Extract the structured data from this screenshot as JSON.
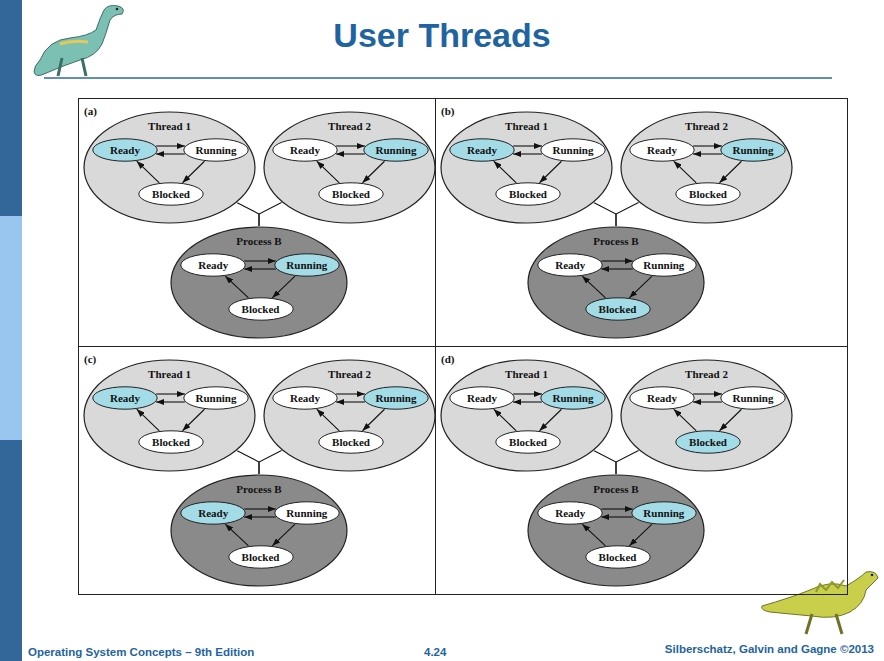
{
  "diagram": {
    "title": "User Threads",
    "nodes": [
      {
        "text": [
          "(a)"
        ]
      },
      {
        "text": [
          "Thread 1"
        ],
        "in": 0
      },
      {
        "text": [
          "Ready"
        ],
        "in": 1
      },
      {
        "text": [
          "Running"
        ],
        "in": 1
      },
      {
        "text": [
          "Blocked"
        ],
        "in": 1
      },
      {
        "text": [
          "Thread 2"
        ],
        "in": 0
      },
      {
        "text": [
          "Ready"
        ],
        "in": 5
      },
      {
        "text": [
          "Running"
        ],
        "in": 5
      },
      {
        "text": [
          "Blocked"
        ],
        "in": 5
      },
      {
        "text": [
          "Process B"
        ],
        "in": 0
      },
      {
        "text": [
          "Ready"
        ],
        "in": 9
      },
      {
        "text": [
          "Running"
        ],
        "in": 9
      },
      {
        "text": [
          "Blocked"
        ],
        "in": 9
      },
      {
        "text": [
          "(b)"
        ]
      },
      {
        "text": [
          "Thread 1"
        ],
        "in": 13
      },
      {
        "text": [
          "Ready"
        ],
        "in": 14
      },
      {
        "text": [
          "Running"
        ],
        "in": 14
      },
      {
        "text": [
          "Blocked"
        ],
        "in": 14
      },
      {
        "text": [
          "Thread 2"
        ],
        "in": 13
      },
      {
        "text": [
          "Ready"
        ],
        "in": 18
      },
      {
        "text": [
          "Running"
        ],
        "in": 18
      },
      {
        "text": [
          "Blocked"
        ],
        "in": 18
      },
      {
        "text": [
          "Process B"
        ],
        "in": 13
      },
      {
        "text": [
          "Ready"
        ],
        "in": 22
      },
      {
        "text": [
          "Running"
        ],
        "in": 22
      },
      {
        "text": [
          "Blocked"
        ],
        "in": 22
      },
      {
        "text": [
          "(c)"
        ]
      },
      {
        "text": [
          "Thread 1"
        ],
        "in": 26
      },
      {
        "text": [
          "Ready"
        ],
        "in": 27
      },
      {
        "text": [
          "Running"
        ],
        "in": 27
      },
      {
        "text": [
          "Blocked"
        ],
        "in": 27
      },
      {
        "text": [
          "Thread 2"
        ],
        "in": 26
      },
      {
        "text": [
          "Ready"
        ],
        "in": 31
      },
      {
        "text": [
          "Running"
        ],
        "in": 31
      },
      {
        "text": [
          "Blocked"
        ],
        "in": 31
      },
      {
        "text": [
          "Process B"
        ],
        "in": 26
      },
      {
        "text": [
          "Ready"
        ],
        "in": 35
      },
      {
        "text": [
          "Running"
        ],
        "in": 35
      },
      {
        "text": [
          "Blocked"
        ],
        "in": 35
      },
      {
        "text": [
          "(d)"
        ]
      },
      {
        "text": [
          "Thread 1"
        ],
        "in": 39
      },
      {
        "text": [
          "Ready"
        ],
        "in": 40
      },
      {
        "text": [
          "Running"
        ],
        "in": 40
      },
      {
        "text": [
          "Blocked"
        ],
        "in": 40
      },
      {
        "text": [
          "Thread 2"
        ],
        "in": 39
      },
      {
        "text": [
          "Ready"
        ],
        "in": 44
      },
      {
        "text": [
          "Running"
        ],
        "in": 44
      },
      {
        "text": [
          "Blocked"
        ],
        "in": 44
      },
      {
        "text": [
          "Process B"
        ],
        "in": 39
      },
      {
        "text": [
          "Ready"
        ],
        "in": 48
      },
      {
        "text": [
          "Running"
        ],
        "in": 48
      },
      {
        "text": [
          "Blocked"
        ],
        "in": 48
      }
    ],
    "edges": [
      {
        "from": 2,
        "to": 3,
        "arrow": "to"
      },
      {
        "from": 3,
        "to": 2,
        "arrow": "to"
      },
      {
        "from": 3,
        "to": 4,
        "arrow": "to"
      },
      {
        "from": 4,
        "to": 2,
        "arrow": "to"
      },
      {
        "from": 6,
        "to": 7,
        "arrow": "to"
      },
      {
        "from": 7,
        "to": 6,
        "arrow": "to"
      },
      {
        "from": 7,
        "to": 8,
        "arrow": "to"
      },
      {
        "from": 8,
        "to": 6,
        "arrow": "to"
      },
      {
        "from": 10,
        "to": 11,
        "arrow": "to"
      },
      {
        "from": 11,
        "to": 10,
        "arrow": "to"
      },
      {
        "from": 11,
        "to": 12,
        "arrow": "to"
      },
      {
        "from": 12,
        "to": 10,
        "arrow": "to"
      },
      {
        "from": 1,
        "to": 9,
        "arrow": "none"
      },
      {
        "from": 5,
        "to": 9,
        "arrow": "none"
      },
      {
        "from": 15,
        "to": 16,
        "arrow": "to"
      },
      {
        "from": 16,
        "to": 15,
        "arrow": "to"
      },
      {
        "from": 16,
        "to": 17,
        "arrow": "to"
      },
      {
        "from": 17,
        "to": 15,
        "arrow": "to"
      },
      {
        "from": 19,
        "to": 20,
        "arrow": "to"
      },
      {
        "from": 20,
        "to": 19,
        "arrow": "to"
      },
      {
        "from": 20,
        "to": 21,
        "arrow": "to"
      },
      {
        "from": 21,
        "to": 19,
        "arrow": "to"
      },
      {
        "from": 23,
        "to": 24,
        "arrow": "to"
      },
      {
        "from": 24,
        "to": 23,
        "arrow": "to"
      },
      {
        "from": 24,
        "to": 25,
        "arrow": "to"
      },
      {
        "from": 25,
        "to": 23,
        "arrow": "to"
      },
      {
        "from": 14,
        "to": 22,
        "arrow": "none"
      },
      {
        "from": 18,
        "to": 22,
        "arrow": "none"
      },
      {
        "from": 28,
        "to": 29,
        "arrow": "to"
      },
      {
        "from": 29,
        "to": 28,
        "arrow": "to"
      },
      {
        "from": 29,
        "to": 30,
        "arrow": "to"
      },
      {
        "from": 30,
        "to": 28,
        "arrow": "to"
      },
      {
        "from": 32,
        "to": 33,
        "arrow": "to"
      },
      {
        "from": 33,
        "to": 32,
        "arrow": "to"
      },
      {
        "from": 33,
        "to": 34,
        "arrow": "to"
      },
      {
        "from": 34,
        "to": 32,
        "arrow": "to"
      },
      {
        "from": 36,
        "to": 37,
        "arrow": "to"
      },
      {
        "from": 37,
        "to": 36,
        "arrow": "to"
      },
      {
        "from": 37,
        "to": 38,
        "arrow": "to"
      },
      {
        "from": 38,
        "to": 36,
        "arrow": "to"
      },
      {
        "from": 27,
        "to": 35,
        "arrow": "none"
      },
      {
        "from": 31,
        "to": 35,
        "arrow": "none"
      },
      {
        "from": 41,
        "to": 42,
        "arrow": "to"
      },
      {
        "from": 42,
        "to": 41,
        "arrow": "to"
      },
      {
        "from": 42,
        "to": 43,
        "arrow": "to"
      },
      {
        "from": 43,
        "to": 41,
        "arrow": "to"
      },
      {
        "from": 45,
        "to": 46,
        "arrow": "to"
      },
      {
        "from": 46,
        "to": 45,
        "arrow": "to"
      },
      {
        "from": 46,
        "to": 47,
        "arrow": "to"
      },
      {
        "from": 47,
        "to": 45,
        "arrow": "to"
      },
      {
        "from": 49,
        "to": 50,
        "arrow": "to"
      },
      {
        "from": 50,
        "to": 49,
        "arrow": "to"
      },
      {
        "from": 50,
        "to": 51,
        "arrow": "to"
      },
      {
        "from": 51,
        "to": 49,
        "arrow": "to"
      },
      {
        "from": 40,
        "to": 48,
        "arrow": "none"
      },
      {
        "from": 44,
        "to": 48,
        "arrow": "none"
      }
    ],
    "labels": [
      "Operating System Concepts – 9th Edition",
      "4.24",
      "Silberschatz, Galvin and Gagne ©2013"
    ]
  }
}
